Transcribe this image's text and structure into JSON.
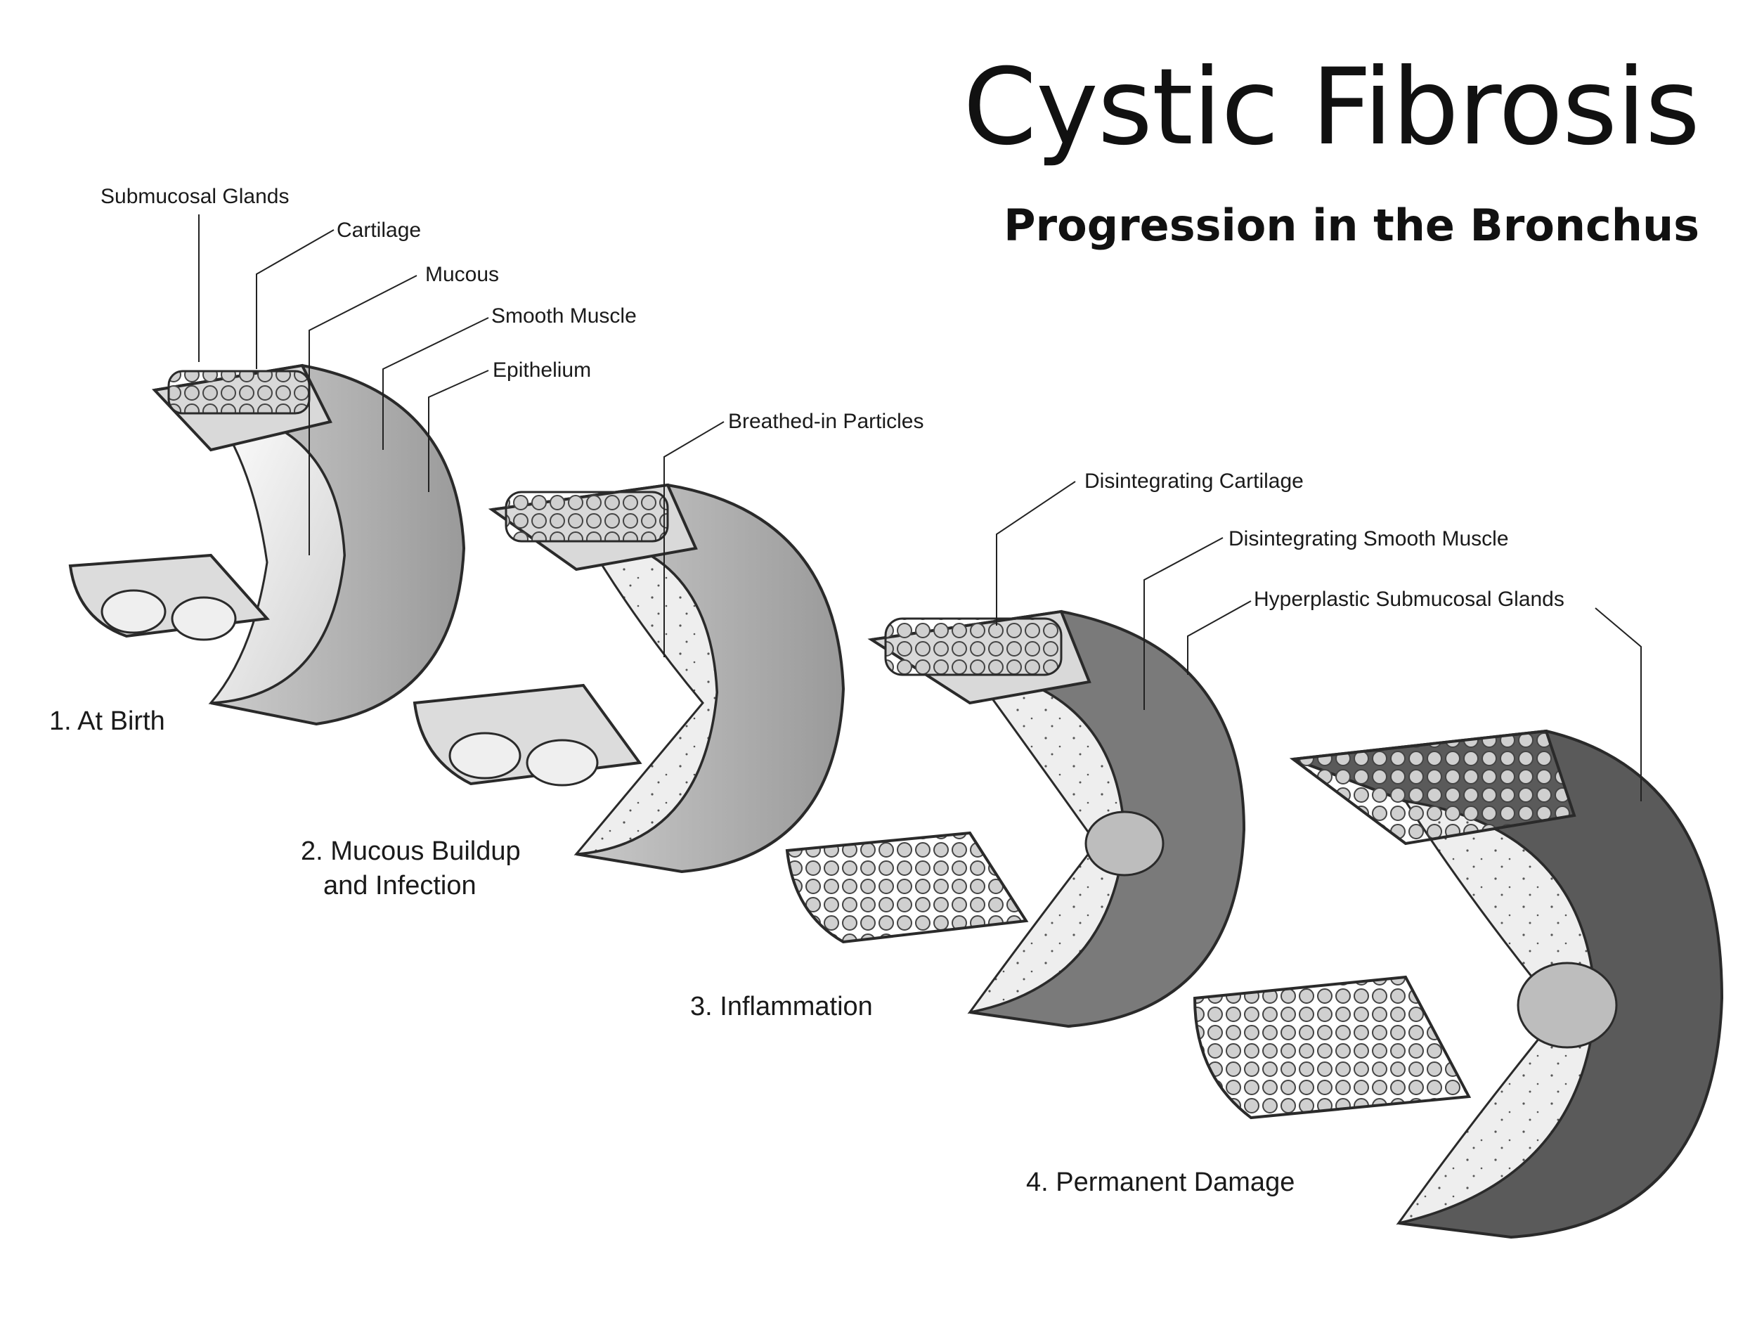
{
  "header": {
    "title": "Cystic Fibrosis",
    "subtitle": "Progression in the Bronchus"
  },
  "labels": {
    "submucosal_glands": "Submucosal Glands",
    "cartilage": "Cartilage",
    "mucous": "Mucous",
    "smooth_muscle": "Smooth Muscle",
    "epithelium": "Epithelium",
    "breathed_in_particles": "Breathed-in Particles",
    "disintegrating_cartilage": "Disintegrating Cartilage",
    "disintegrating_smooth_muscle": "Disintegrating Smooth Muscle",
    "hyperplastic_submucosal_glands": "Hyperplastic Submucosal Glands"
  },
  "stages": [
    {
      "number": "1.",
      "name": "At Birth"
    },
    {
      "number": "2.",
      "name": "Mucous Buildup",
      "name_line2": "and Infection"
    },
    {
      "number": "3.",
      "name": "Inflammation"
    },
    {
      "number": "4.",
      "name": "Permanent Damage"
    }
  ],
  "colors": {
    "outline": "#2a2a2a",
    "tissue_light": "#e6e6e6",
    "tissue_mid": "#bdbdbd",
    "muscle_dark": "#5a5a5a",
    "mucus": "#f4f4f4"
  }
}
